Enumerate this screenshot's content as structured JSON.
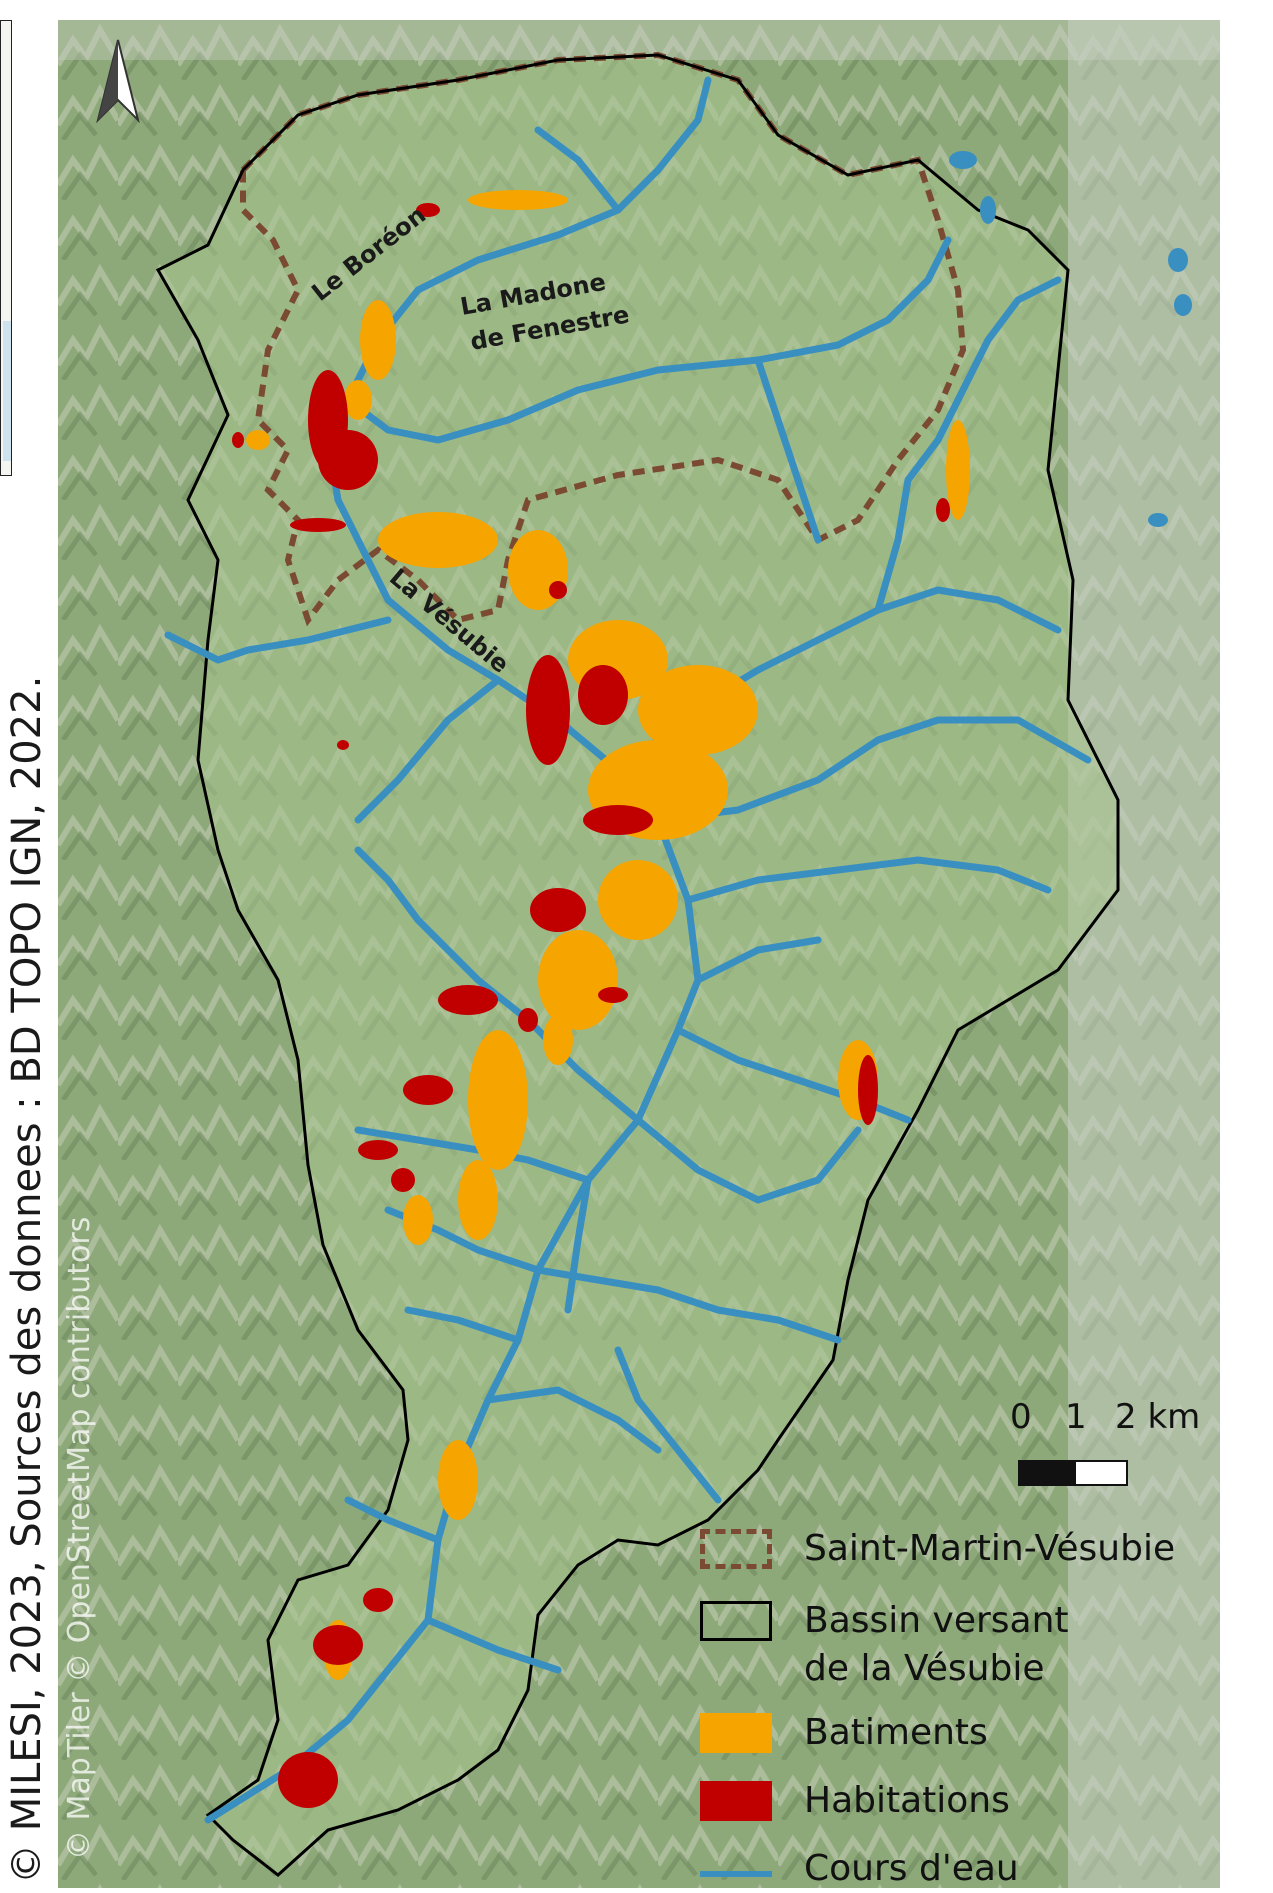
{
  "credit": "© MILESI, 2023,  Sources des donnees : BD TOPO IGN, 2022.",
  "attribution": "© MapTiler © OpenStreetMap contributors",
  "map_labels": {
    "boreon": "Le Boréon",
    "madone_line1": "La Madone",
    "madone_line2": "de Fenestre",
    "vesubie": "La Vésubie"
  },
  "north_arrow": "north-arrow-icon",
  "scale": {
    "tick0": "0",
    "tick1": "1",
    "tick2": "2 km"
  },
  "legend": [
    {
      "label": "Saint-Martin-Vésubie",
      "symbol": "dashed-outline",
      "color": "#7a4a32"
    },
    {
      "label": "Bassin versant",
      "label2": "de la Vésubie",
      "symbol": "outline",
      "color": "#000000"
    },
    {
      "label": "Batiments",
      "symbol": "fill",
      "color": "#f5a400"
    },
    {
      "label": "Habitations",
      "symbol": "fill",
      "color": "#c00000"
    },
    {
      "label": "Cours d'eau",
      "symbol": "line",
      "color": "#3a8fc1"
    }
  ],
  "colors": {
    "terrain": "#8da879",
    "valley_fill": "#9fbf86",
    "river": "#3a8fc1",
    "buildings": "#f5a400",
    "habitations": "#c00000",
    "commune_boundary": "#7a4a32",
    "basin_boundary": "#000000"
  }
}
